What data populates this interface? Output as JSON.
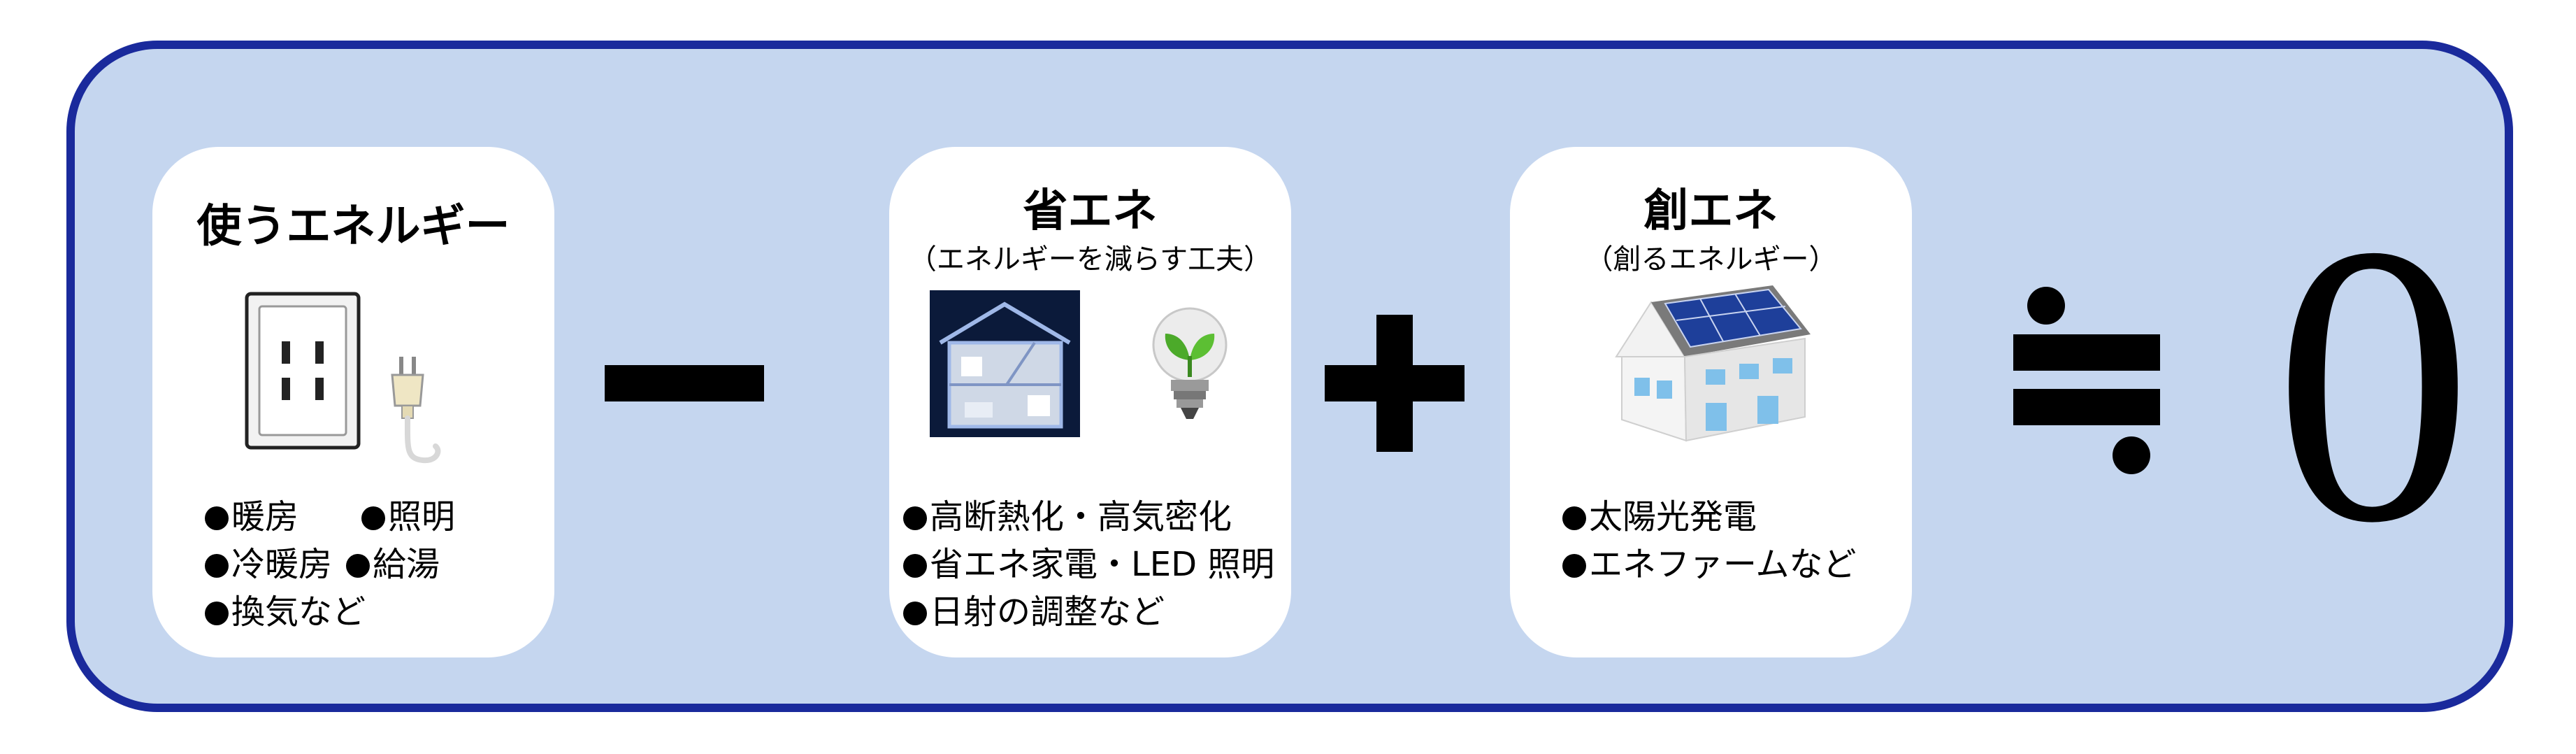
{
  "use_card": {
    "title": "使うエネルギー",
    "items": [
      "暖房",
      "照明",
      "冷暖房",
      "給湯",
      "換気など"
    ]
  },
  "save_card": {
    "title": "省エネ",
    "subtitle": "（エネルギーを減らす工夫）",
    "items": [
      "高断熱化・高気密化",
      "省エネ家電・LED 照明",
      "日射の調整など"
    ]
  },
  "create_card": {
    "title": "創エネ",
    "subtitle": "（創るエネルギー）",
    "items": [
      "太陽光発電",
      "エネファームなど"
    ]
  },
  "result": {
    "value": "0"
  },
  "colors": {
    "panel_bg": "#c5d6ef",
    "panel_border": "#1a2a9c",
    "house_night": "#0b1a3a",
    "solar_panel": "#1e3f9a",
    "leaf": "#4caa2a"
  }
}
